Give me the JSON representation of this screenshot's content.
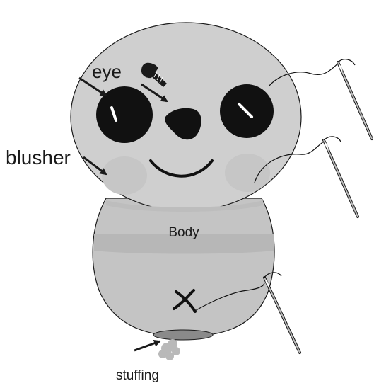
{
  "labels": {
    "eye": "eye",
    "blusher": "blusher",
    "body": "Body",
    "stuffing": "stuffing"
  },
  "colors": {
    "head_fill": "#cfcfcf",
    "body_fill": "#c4c4c4",
    "body_band": "#b7b7b7",
    "blush_fill": "#c6c6c6",
    "eye_fill": "#111111",
    "outline": "#1a1a1a",
    "stuffing_fill": "#b9b9b9",
    "needle_fill": "#bdbdbd"
  },
  "icons": {
    "safety_eye_screw": "screw-icon",
    "needle": "needle-icon"
  }
}
